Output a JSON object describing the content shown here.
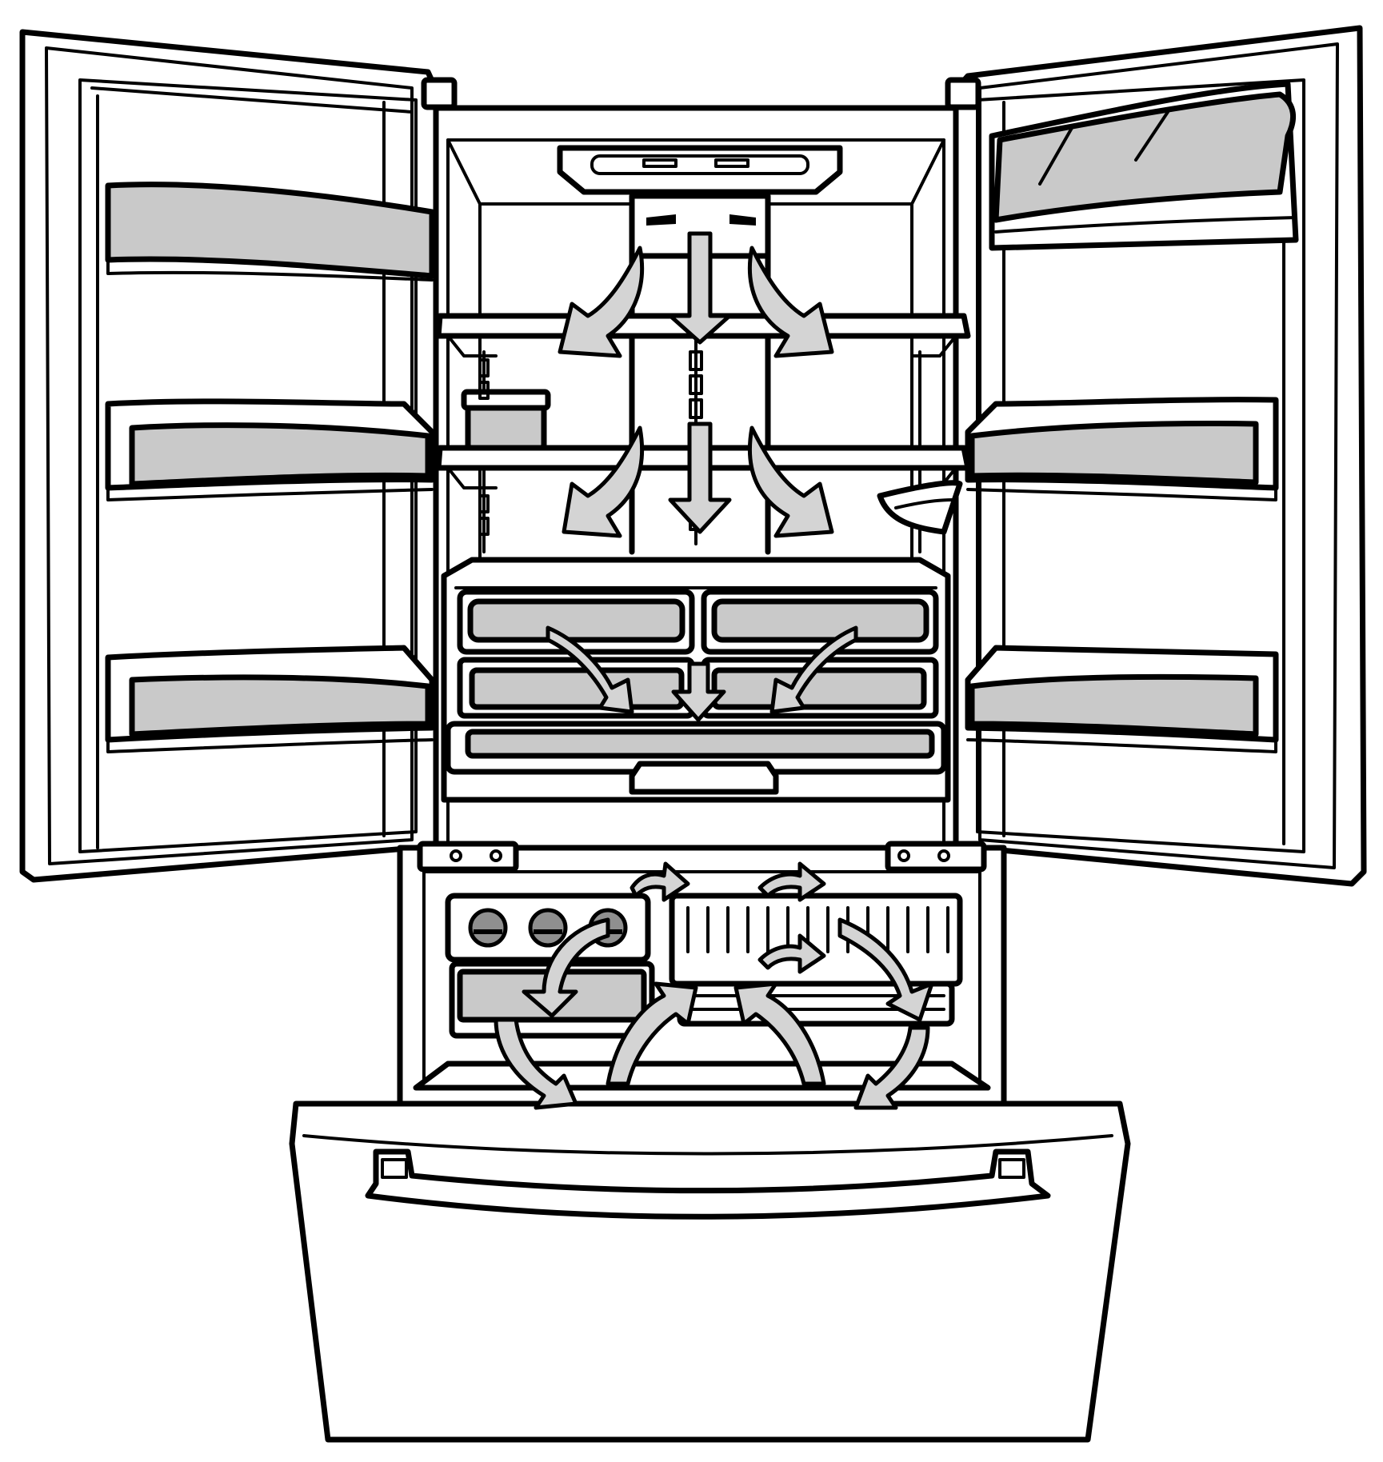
{
  "figure": {
    "subject": "french-door-refrigerator-airflow",
    "colors": {
      "outline": "#000000",
      "fill": "#ffffff",
      "shade": "#c9c9c9",
      "arrow": "#d4d4d4"
    },
    "doors": [
      "left-fridge-door",
      "right-fridge-door",
      "freezer-drawer"
    ],
    "left_door_bins": 3,
    "right_door_bins": 3,
    "fridge_shelves": 2,
    "crisper_drawers": 4,
    "ice_tray_wells": 3,
    "airflow_arrow_icon": "curved-arrow-icon"
  }
}
